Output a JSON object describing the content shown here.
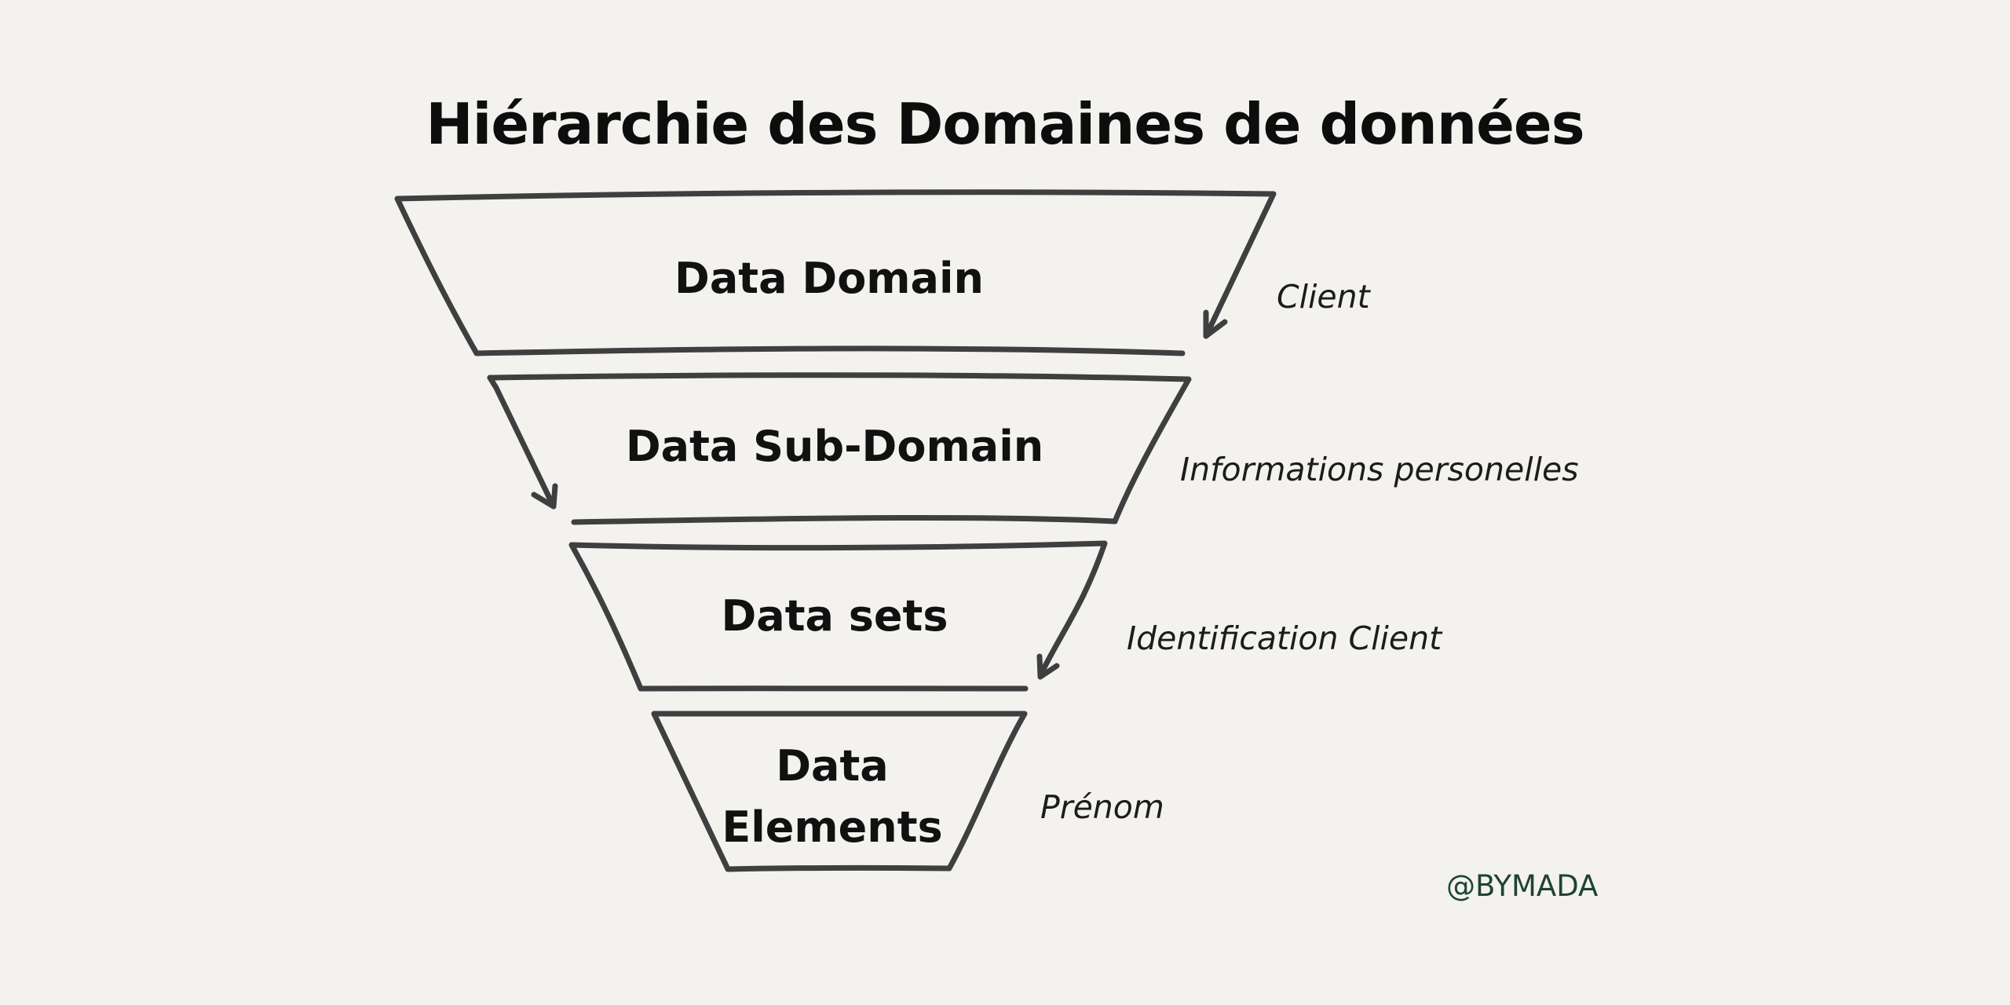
{
  "title": "Hiérarchie des Domaines de données",
  "levels": [
    {
      "label": "Data Domain",
      "example": "Client"
    },
    {
      "label": "Data Sub-Domain",
      "example": "Informations personelles"
    },
    {
      "label": "Data sets",
      "example": "Identification Client"
    },
    {
      "label": "Data Elements",
      "example": "Prénom"
    }
  ],
  "credit": "@BYMADA",
  "colors": {
    "background": "#f3f2ee",
    "stroke": "#3f3f41",
    "text": "#111111",
    "credit": "#1f4236"
  }
}
